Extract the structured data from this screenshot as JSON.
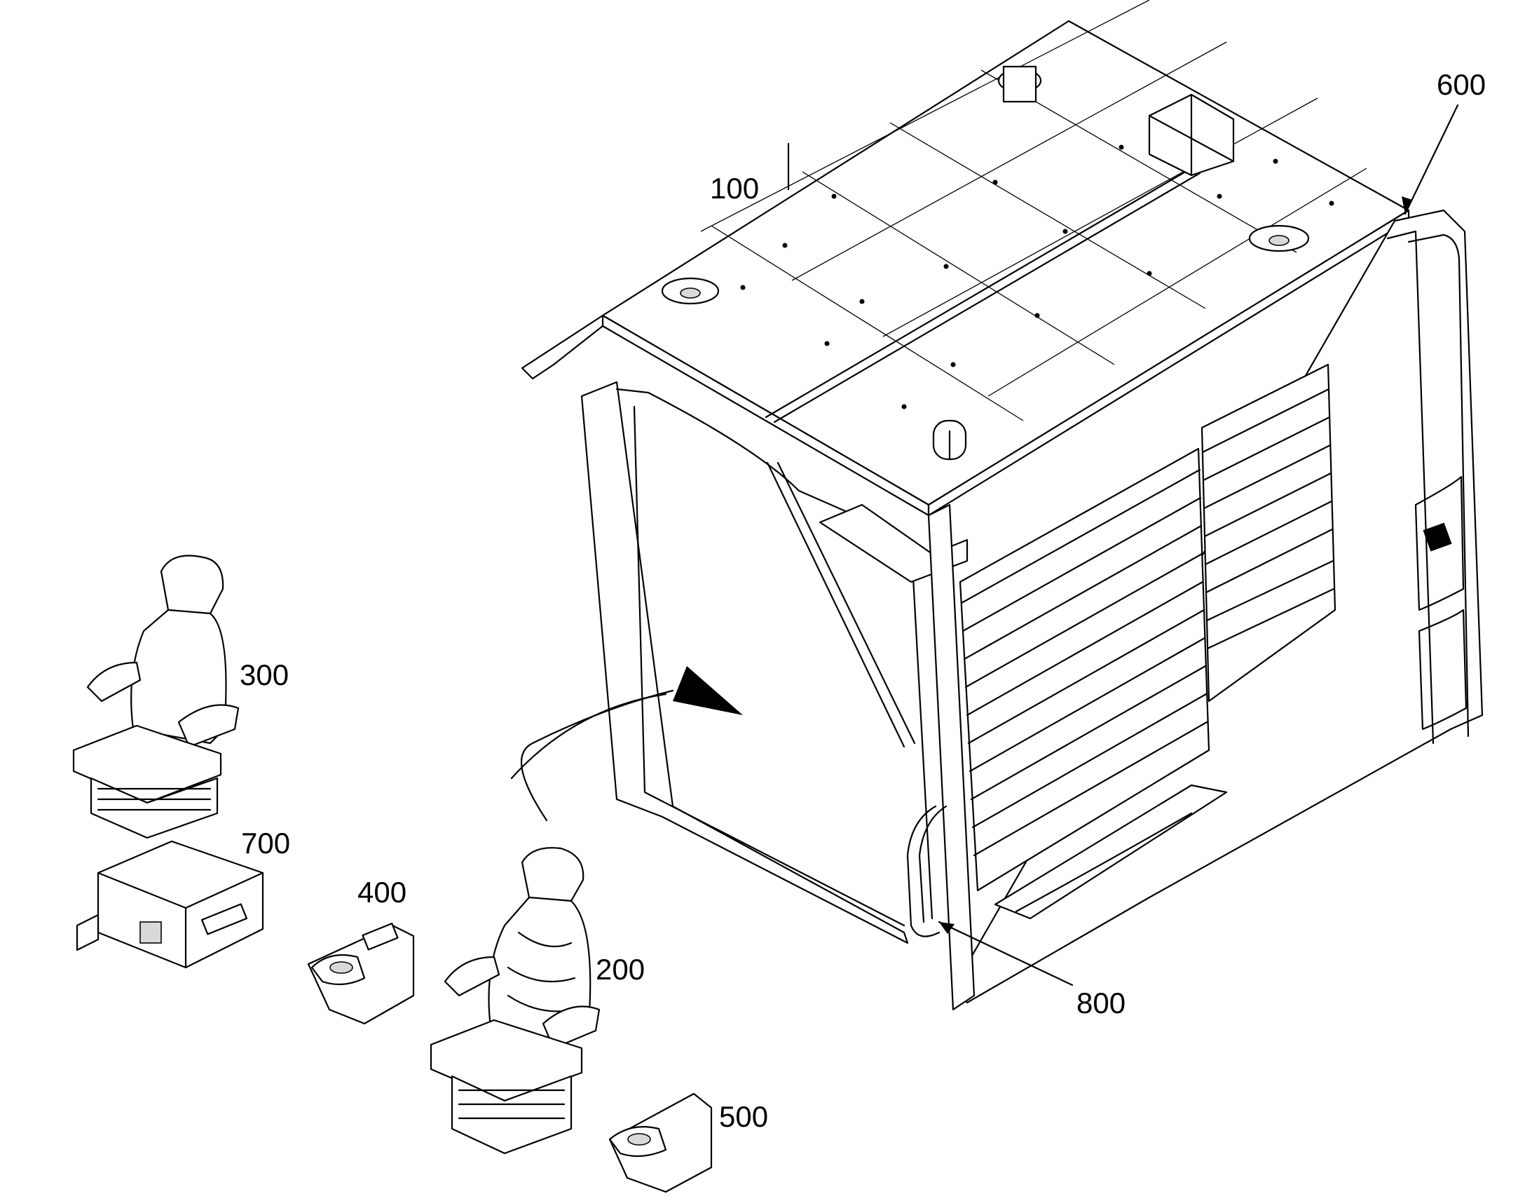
{
  "labels": {
    "cab": "100",
    "seat_main": "200",
    "seat_alt": "300",
    "console_left": "400",
    "console_right": "500",
    "frame_edge": "600",
    "box": "700",
    "handle": "800"
  },
  "colors": {
    "line": "#000000",
    "background": "#ffffff"
  }
}
